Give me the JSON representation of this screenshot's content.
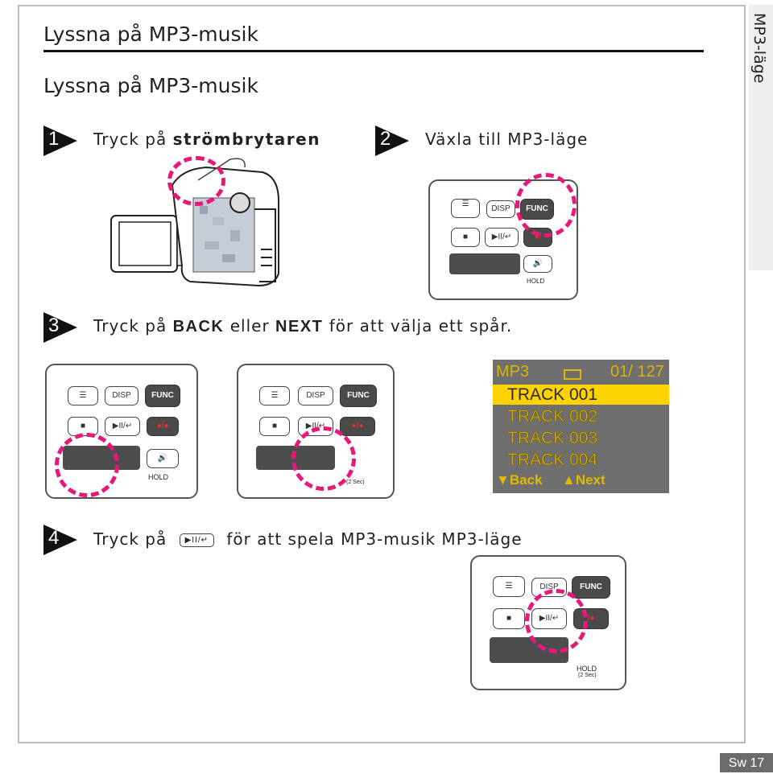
{
  "header": {
    "title": "Lyssna på MP3-musik",
    "subtitle": "Lyssna på MP3-musik",
    "side_tab": "MP3-läge"
  },
  "steps": [
    {
      "num": "1",
      "pre": "Tryck på ",
      "bold": "strömbrytaren",
      "post": ""
    },
    {
      "num": "2",
      "text": "Växla till MP3-läge"
    },
    {
      "num": "3",
      "pre": "Tryck på ",
      "bold1": "BACK",
      "mid": " eller ",
      "bold2": "NEXT",
      "post": " för att välja ett spår."
    },
    {
      "num": "4",
      "pre": "Tryck på ",
      "post": " för att spela MP3-musik MP3-läge"
    }
  ],
  "remote": {
    "disp": "DISP",
    "func": "FUNC",
    "hold": "HOLD",
    "hold_sub": "(2 Sec)"
  },
  "screen": {
    "mode": "MP3",
    "counter": "01/ 127",
    "tracks": [
      "TRACK 001",
      "TRACK 002",
      "TRACK 003",
      "TRACK 004"
    ],
    "back": "Back",
    "next": "Next"
  },
  "footer": {
    "page": "Sw 17"
  },
  "colors": {
    "highlight": "#e6197a",
    "screen_bg": "#6f6f6f",
    "selection": "#ffd200"
  }
}
